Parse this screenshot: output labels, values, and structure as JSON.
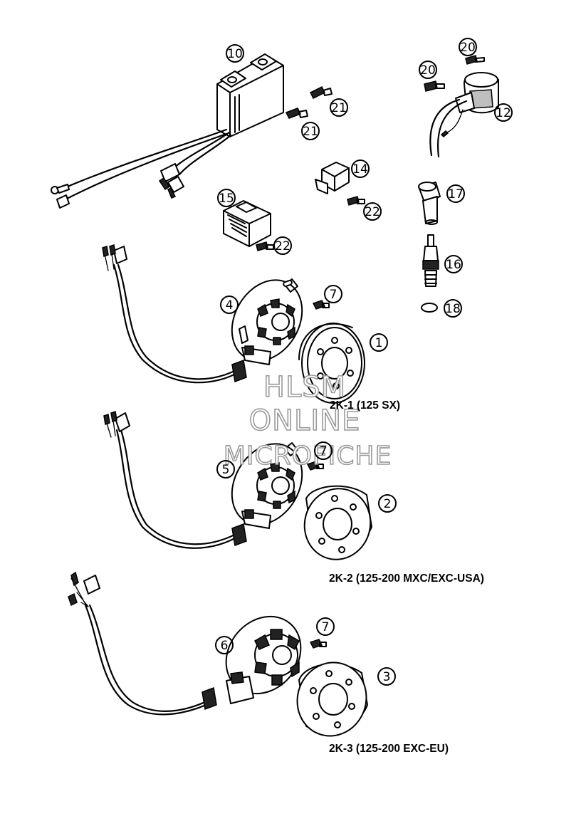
{
  "callouts": {
    "c1": "1",
    "c2": "2",
    "c3": "3",
    "c4": "4",
    "c5": "5",
    "c6": "6",
    "c7a": "7",
    "c7b": "7",
    "c7c": "7",
    "c10": "10",
    "c12": "12",
    "c14": "14",
    "c15": "15",
    "c16": "16",
    "c17": "17",
    "c18": "18",
    "c20a": "20",
    "c20b": "20",
    "c21a": "21",
    "c21b": "21",
    "c22a": "22",
    "c22b": "22"
  },
  "assemblies": {
    "k1": "2K-1  (125 SX)",
    "k2": "2K-2  (125-200 MXC/EXC-USA)",
    "k3": "2K-3  (125-200 EXC-EU)"
  },
  "watermark": {
    "line1": "HLSM",
    "line2": "ONLINE",
    "line3": "MICROFICHE"
  }
}
